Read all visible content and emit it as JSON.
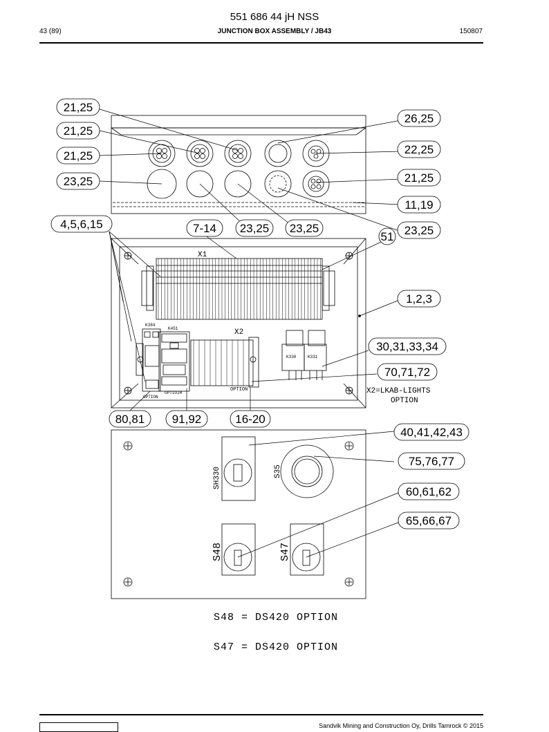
{
  "header": {
    "doc_number": "551 686 44 jH NSS",
    "page": "43 (89)",
    "title": "JUNCTION BOX ASSEMBLY / JB43",
    "date": "150807"
  },
  "callouts": [
    "21,25",
    "21,25",
    "21,25",
    "23,25",
    "26,25",
    "22,25",
    "21,25",
    "11,19",
    "4,5,6,15",
    "7-14",
    "23,25",
    "23,25",
    "51",
    "23,25",
    "1,2,3",
    "30,31,33,34",
    "70,71,72",
    "80,81",
    "91,92",
    "16-20",
    "40,41,42,43",
    "75,76,77",
    "60,61,62",
    "65,66,67"
  ],
  "labels": {
    "x1": "X1",
    "x2": "X2",
    "k384": "K384",
    "k451": "K451",
    "k330": "K330",
    "k331": "K331",
    "option": "OPTION",
    "option_k451": "OPTIOJH",
    "option_k384": "OPTION",
    "x2_note_line1": "X2=LKAB-LIGHTS",
    "x2_note_line2": "OPTION",
    "sh330": "SH330",
    "s35": "S35",
    "s48": "S48",
    "s47": "S47"
  },
  "notes": [
    "S48 = DS420 OPTION",
    "S47 = DS420 OPTION"
  ],
  "footer": {
    "copyright": "Sandvik Mining and Construction Oy, Drills Tamrock © 2015"
  }
}
